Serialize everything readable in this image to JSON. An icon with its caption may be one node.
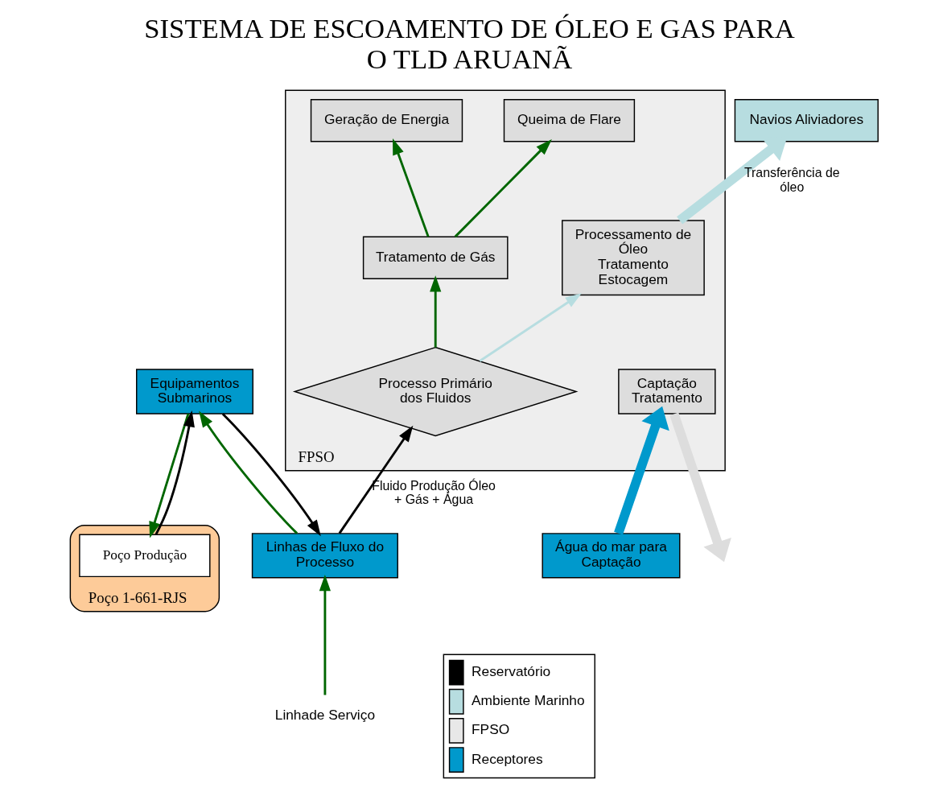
{
  "diagram": {
    "title": "SISTEMA DE ESCOAMENTO DE ÓLEO E GAS PARA O TLD ARUANÃ",
    "nodes": [
      {
        "text": [
          "FPSO"
        ]
      },
      {
        "text": [
          "Captação",
          "Tratamento"
        ],
        "in": 0
      },
      {
        "text": [
          "Processo Primário dos Fluidos"
        ],
        "in": 0
      },
      {
        "text": [
          "Geração de Energia"
        ],
        "in": 0
      },
      {
        "text": [
          "Queima de Flare"
        ],
        "in": 0
      },
      {
        "text": [
          "Tratamento de Gás"
        ],
        "in": 0
      },
      {
        "text": [
          "Processamento de Óleo",
          "Tratamento",
          "Estocagem"
        ],
        "in": 0
      },
      {
        "text": [
          "Linhas de Fluxo do Processo"
        ]
      },
      {
        "text": [
          "Equipamentos Submarinos"
        ]
      },
      {
        "text": [
          "Poço 1-661-RJS"
        ]
      },
      {
        "text": [
          "Poço Produção"
        ],
        "in": 9
      },
      {
        "text": [
          "Água do mar para Captação"
        ]
      },
      {
        "text": [
          "Navios Aliviadores"
        ]
      },
      {
        "text": [
          "Linhade Serviço"
        ]
      }
    ],
    "edges": [
      {
        "from": 10,
        "to": 8,
        "arrow": "to",
        "color": "#000000"
      },
      {
        "from": 8,
        "to": 7,
        "arrow": "to",
        "color": "#000000"
      },
      {
        "from": 7,
        "to": 2,
        "arrow": "to",
        "color": "#000000",
        "label": "Fluido Produção Óleo + Gás + Água"
      },
      {
        "from": 13,
        "to": 7,
        "arrow": "to",
        "color": "#006600"
      },
      {
        "from": 7,
        "to": 8,
        "arrow": "to",
        "color": "#006600"
      },
      {
        "from": 8,
        "to": 10,
        "arrow": "to",
        "color": "#006600"
      },
      {
        "from": 2,
        "to": 5,
        "arrow": "to",
        "color": "#006600"
      },
      {
        "from": 2,
        "to": 6,
        "arrow": "to",
        "color": "#b7dde0"
      },
      {
        "from": 5,
        "to": 3,
        "arrow": "to",
        "color": "#006600"
      },
      {
        "from": 5,
        "to": 4,
        "arrow": "to",
        "color": "#006600"
      },
      {
        "from": 11,
        "to": 1,
        "arrow": "to",
        "style": "thick",
        "color": "#0099cc"
      },
      {
        "from": 1,
        "to": null,
        "arrow": "to",
        "style": "thick",
        "color": "#dddddd"
      },
      {
        "from": 6,
        "to": 12,
        "arrow": "to",
        "style": "thick",
        "color": "#b7dde0",
        "label": "Transferência de óleo"
      }
    ],
    "legend": [
      {
        "text": "Reservatório",
        "color": "#000000"
      },
      {
        "text": "Ambiente Marinho",
        "color": "#b7dde0"
      },
      {
        "text": "FPSO",
        "color": "#e8e8e8"
      },
      {
        "text": "Receptores",
        "color": "#0099cc"
      }
    ]
  }
}
